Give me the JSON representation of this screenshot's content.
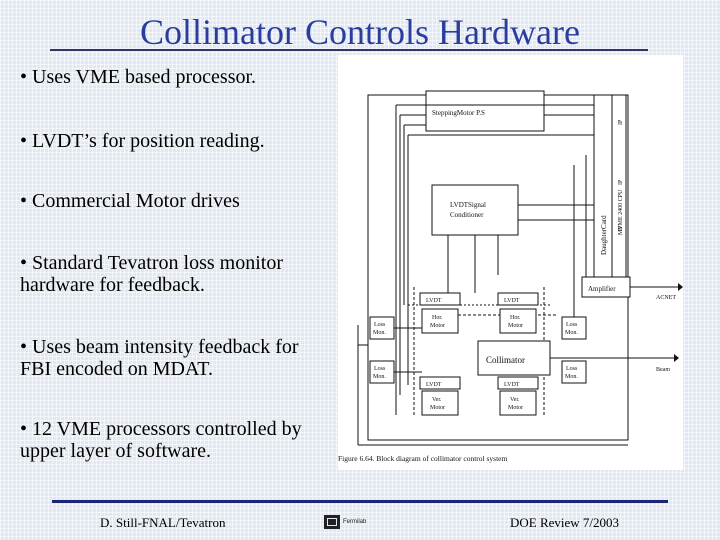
{
  "slide": {
    "title": "Collimator Controls Hardware",
    "bullets": [
      "• Uses VME based processor.",
      "• LVDT’s for position reading.",
      "• Commercial Motor drives",
      "• Standard Tevatron loss monitor hardware for feedback.",
      "• Uses beam intensity feedback for FBI encoded on MDAT.",
      "• 12 VME processors controlled by upper layer of software."
    ]
  },
  "figure": {
    "caption": "Figure 6.64. Block diagram of collimator control system",
    "labels": {
      "stepping_motor": "SteppingMotor P.S",
      "lvdt_conditioner_1": "LVDTSignal",
      "lvdt_conditioner_2": "Conditioner",
      "daughter_card": "DaughterCard",
      "ip1": "IP",
      "ip2": "IP",
      "ip3": "IP",
      "mvme": "MVME 2400 CPU",
      "amplifier": "Amplifier",
      "acnet": "ACNET",
      "collimator": "Collimator",
      "beam": "Beam",
      "lvdt": "LVDT",
      "hor_motor_1": "Hor.",
      "hor_motor_2": "Motor",
      "ver_motor_1": "Ver.",
      "ver_motor_2": "Motor",
      "loss_mon_1": "Loss",
      "loss_mon_2": "Mon."
    }
  },
  "footer": {
    "left": "D. Still-FNAL/Tevatron",
    "logo_text": "Fermilab",
    "right": "DOE Review 7/2003"
  },
  "colors": {
    "title": "#2a3d9e",
    "rule": "#1d2777",
    "background": "#dfe8f3"
  }
}
